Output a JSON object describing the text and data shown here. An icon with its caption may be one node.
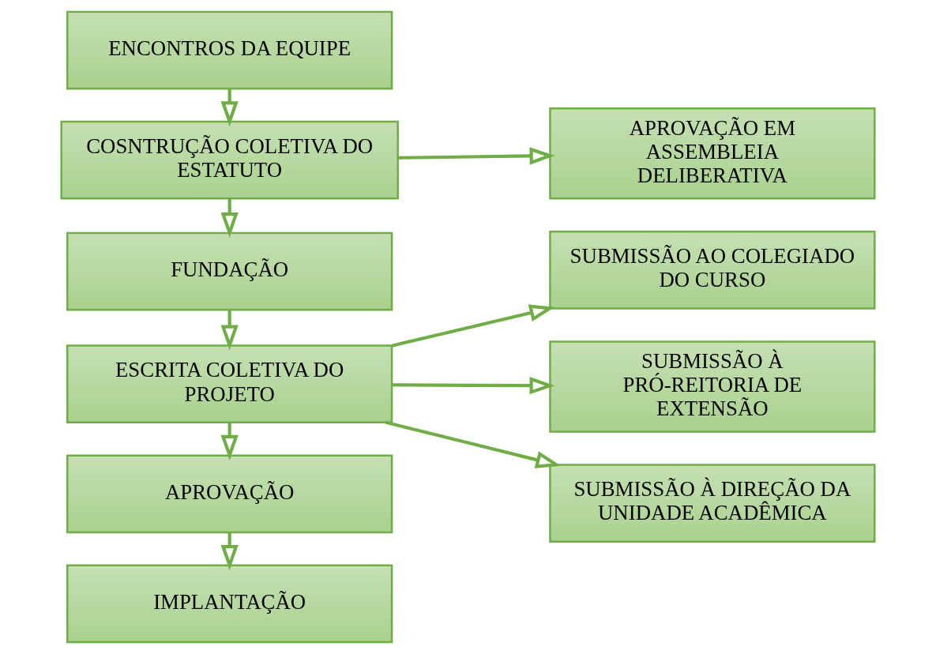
{
  "diagram": {
    "nodes": [
      {
        "text": [
          "ENCONTROS DA EQUIPE"
        ]
      },
      {
        "text": [
          "COSNTRUÇÃO COLETIVA DO ESTATUTO"
        ]
      },
      {
        "text": [
          "APROVAÇÃO EM ASSEMBLEIA DELIBERATIVA"
        ]
      },
      {
        "text": [
          "FUNDAÇÃO"
        ]
      },
      {
        "text": [
          "SUBMISSÃO AO COLEGIADO DO CURSO"
        ]
      },
      {
        "text": [
          "ESCRITA COLETIVA DO PROJETO"
        ]
      },
      {
        "text": [
          "SUBMISSÃO À PRÓ-REITORIA DE EXTENSÃO"
        ]
      },
      {
        "text": [
          "SUBMISSÃO À DIREÇÃO DA UNIDADE ACADÊMICA"
        ]
      },
      {
        "text": [
          "APROVAÇÃO"
        ]
      },
      {
        "text": [
          "IMPLANTAÇÃO"
        ]
      }
    ],
    "edges": [
      {
        "from": 0,
        "to": 1,
        "arrow": "to"
      },
      {
        "from": 1,
        "to": 3,
        "arrow": "to"
      },
      {
        "from": 3,
        "to": 5,
        "arrow": "to"
      },
      {
        "from": 5,
        "to": 8,
        "arrow": "to"
      },
      {
        "from": 8,
        "to": 9,
        "arrow": "to"
      },
      {
        "from": 1,
        "to": 2,
        "arrow": "to"
      },
      {
        "from": 5,
        "to": 4,
        "arrow": "to"
      },
      {
        "from": 5,
        "to": 6,
        "arrow": "to"
      },
      {
        "from": 5,
        "to": 7,
        "arrow": "to"
      }
    ]
  }
}
